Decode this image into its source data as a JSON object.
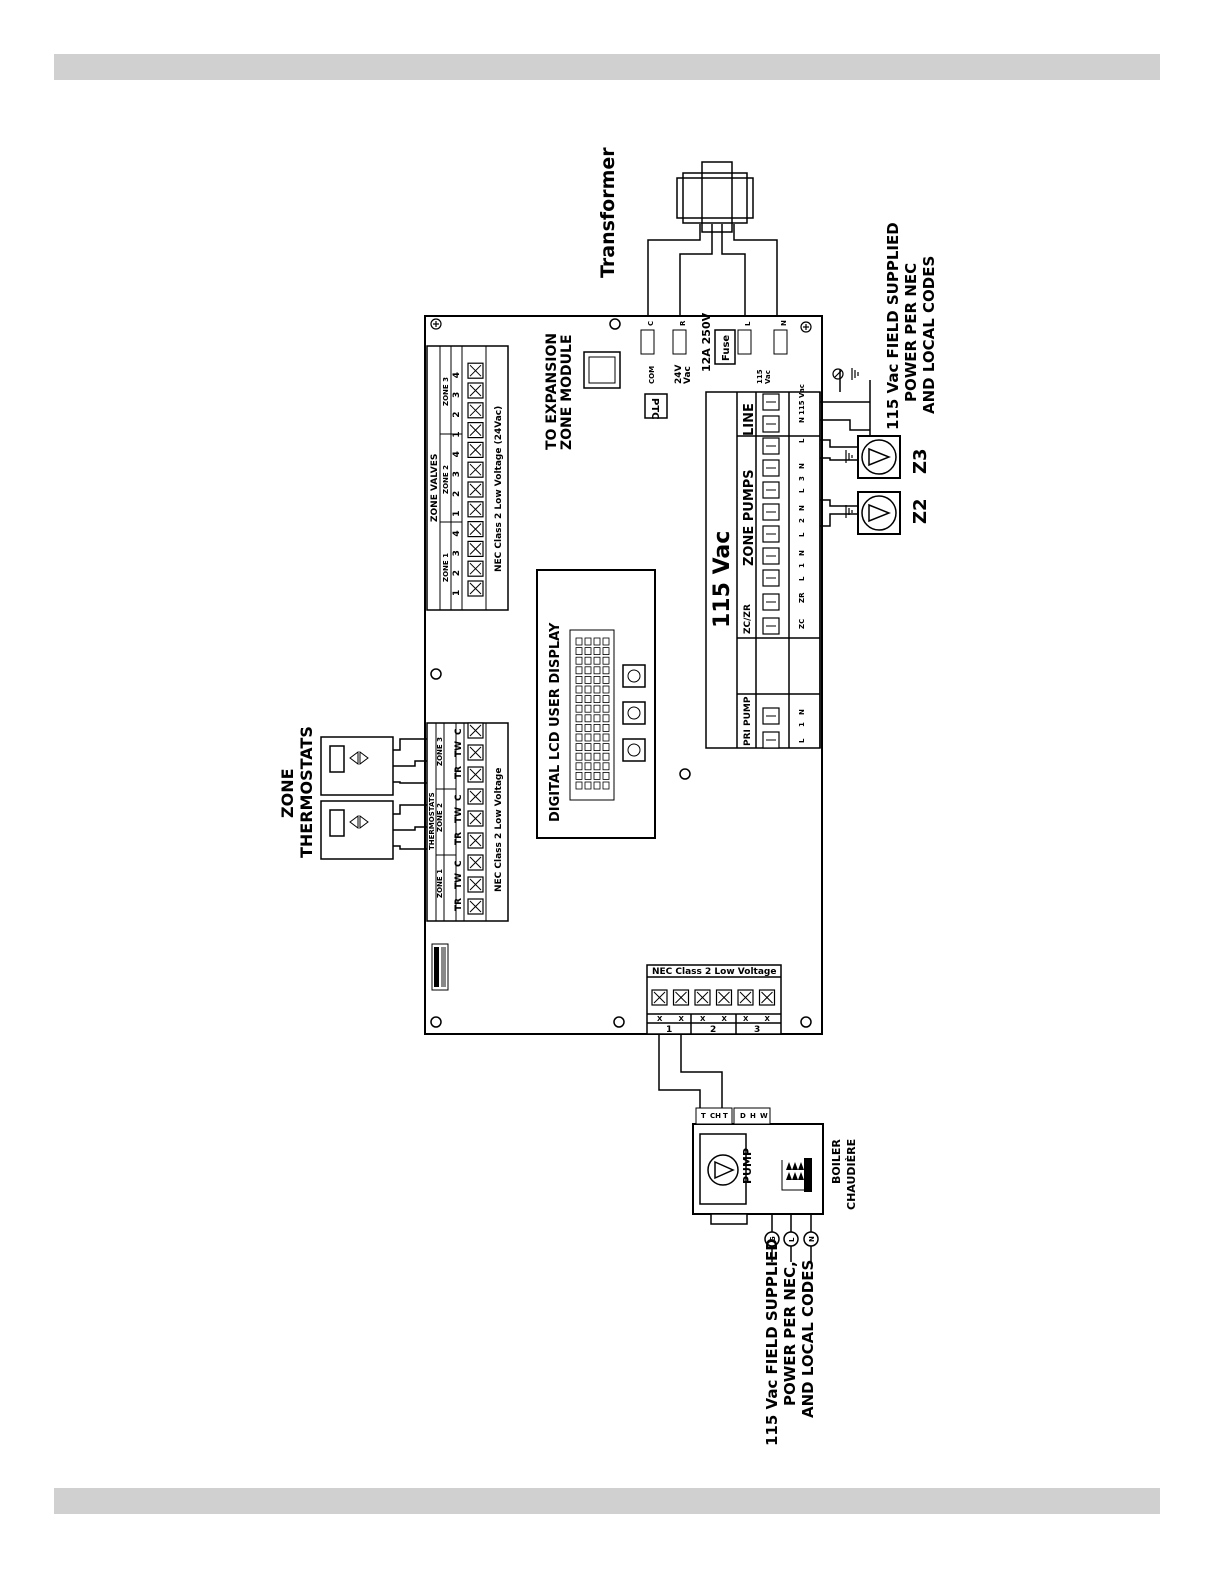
{
  "diagram": {
    "transformer_label": "Transformer",
    "zone_thermostats": [
      "ZONE",
      "THERMOSTATS"
    ],
    "thermostat_block": {
      "header": "THERMOSTATS",
      "zones": [
        "ZONE 1",
        "ZONE 2",
        "ZONE 3"
      ],
      "terminals": [
        "TR",
        "TW",
        "C",
        "TR",
        "TW",
        "C",
        "TR",
        "TW",
        "C"
      ],
      "note": "NEC Class 2 Low Voltage"
    },
    "zone_valves_block": {
      "header": "ZONE VALVES",
      "zones": [
        "ZONE 1",
        "ZONE 2",
        "ZONE 3"
      ],
      "terminals": [
        "1",
        "2",
        "3",
        "4",
        "1",
        "2",
        "3",
        "4",
        "1",
        "2",
        "3",
        "4"
      ],
      "note": "NEC Class 2 Low Voltage (24Vac)"
    },
    "lcd_label": "DIGITAL LCD USER DISPLAY",
    "expansion": [
      "TO EXPANSION",
      "ZONE MODULE"
    ],
    "ptc": "PTC",
    "com": "COM",
    "c": "C",
    "r": "R",
    "v24": [
      "24V",
      "Vac"
    ],
    "fuse_rating": "12A 250V",
    "fuse": "Fuse",
    "v115_small": [
      "115",
      "Vac"
    ],
    "l": "L",
    "n": "N",
    "power_block": {
      "title": "115 Vac",
      "pri_pump": "PRI PUMP",
      "zczr": "ZC/ZR",
      "zone_pumps": "ZONE PUMPS",
      "line": "LINE",
      "bottom_labels": [
        "L",
        "1",
        "N",
        "ZC",
        "ZR",
        "L",
        "1",
        "N",
        "L",
        "2",
        "N",
        "L",
        "3",
        "N",
        "L",
        "N",
        "115 Vac"
      ]
    },
    "pump_z2": "Z2",
    "pump_z3": "Z3",
    "supply_right": [
      "115 Vac FIELD SUPPLIED",
      "POWER PER NEC",
      "AND LOCAL CODES"
    ],
    "nec_bottom": "NEC Class 2 Low Voltage",
    "bottom_terminals": [
      "X",
      "X",
      "X",
      "X",
      "X",
      "X"
    ],
    "bottom_numbers": [
      "1",
      "2",
      "3"
    ],
    "boiler": [
      "BOILER",
      "CHAUDIÈRE"
    ],
    "pump": "PUMP",
    "boiler_terms_t": [
      "T",
      "CH",
      "T"
    ],
    "boiler_terms_d": [
      "D",
      "H",
      "W"
    ],
    "g": "G",
    "supply_left": [
      "115 Vac FIELD SUPPLIED",
      "POWER PER NEC,",
      "AND LOCAL CODES"
    ]
  }
}
